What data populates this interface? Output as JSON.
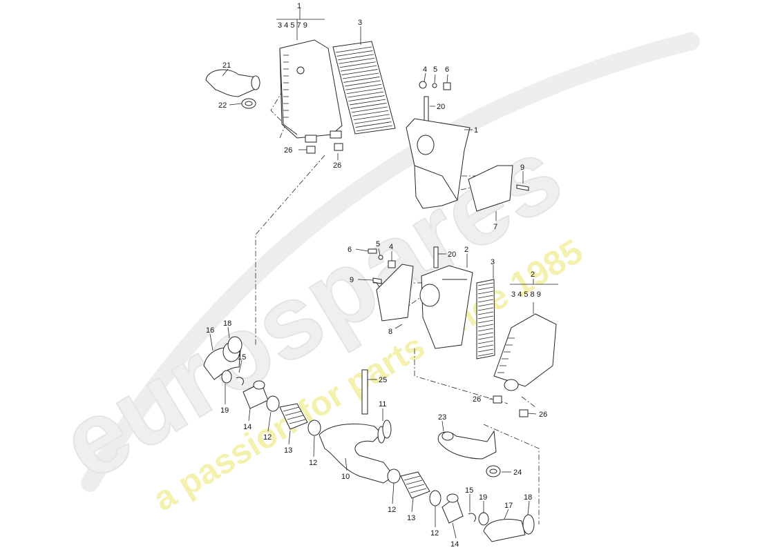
{
  "watermark": {
    "brand": "eurospares",
    "slogan": "a passion for parts since 1985"
  },
  "callouts": {
    "g1_head": "1",
    "g1_subs": "3 4 5 7 9",
    "g2_head": "2",
    "g2_subs": "3 4 5 8 9",
    "c3_top": "3",
    "c21": "21",
    "c22": "22",
    "c26_a": "26",
    "c26_b": "26",
    "c4_top": "4",
    "c5_top": "5",
    "c6_top": "6",
    "c20_top": "20",
    "c1_mid": "1",
    "c9_top": "9",
    "c7": "7",
    "c6_mid": "6",
    "c5_mid": "5",
    "c4_mid": "4",
    "c20_mid": "20",
    "c2_mid": "2",
    "c3_mid": "3",
    "c9_mid": "9",
    "c8": "8",
    "c16": "16",
    "c18_l": "18",
    "c15_l": "15",
    "c19_l": "19",
    "c14_l": "14",
    "c12_a": "12",
    "c13_a": "13",
    "c12_b": "12",
    "c25": "25",
    "c11": "11",
    "c10": "10",
    "c23": "23",
    "c24": "24",
    "c26_c": "26",
    "c26_d": "26",
    "c12_c": "12",
    "c13_b": "13",
    "c12_d": "12",
    "c14_r": "14",
    "c15_r": "15",
    "c19_r": "19",
    "c17": "17",
    "c18_r": "18"
  }
}
